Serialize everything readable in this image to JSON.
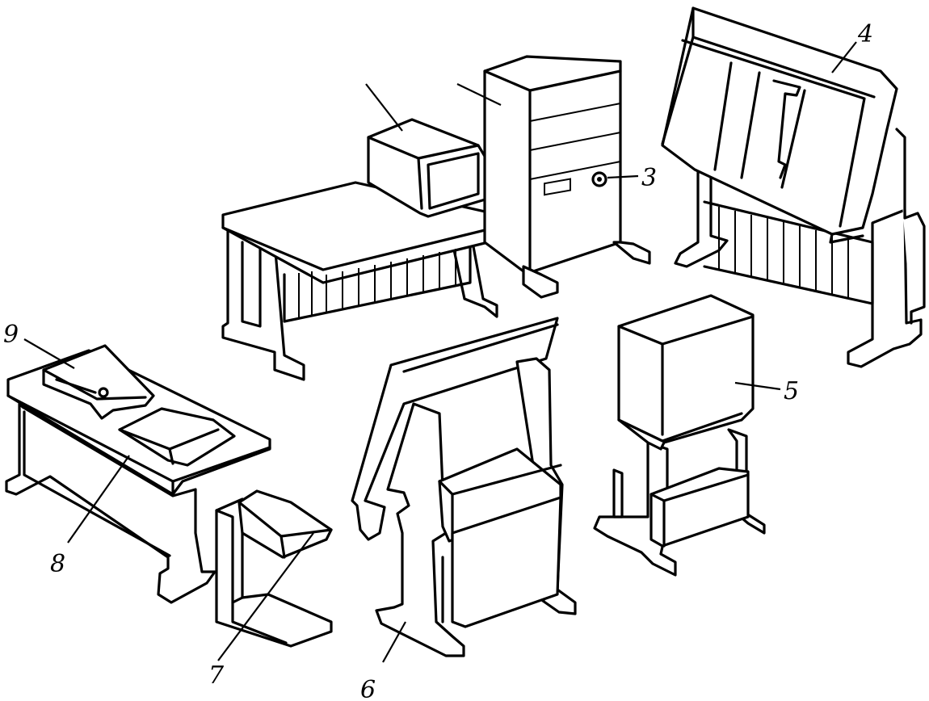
{
  "labels": {
    "l3": "3",
    "l4": "4",
    "l5": "5",
    "l6": "6",
    "l7": "7",
    "l8": "8",
    "l9": "9"
  },
  "colors": {
    "line": "#000000",
    "background": "#ffffff"
  }
}
